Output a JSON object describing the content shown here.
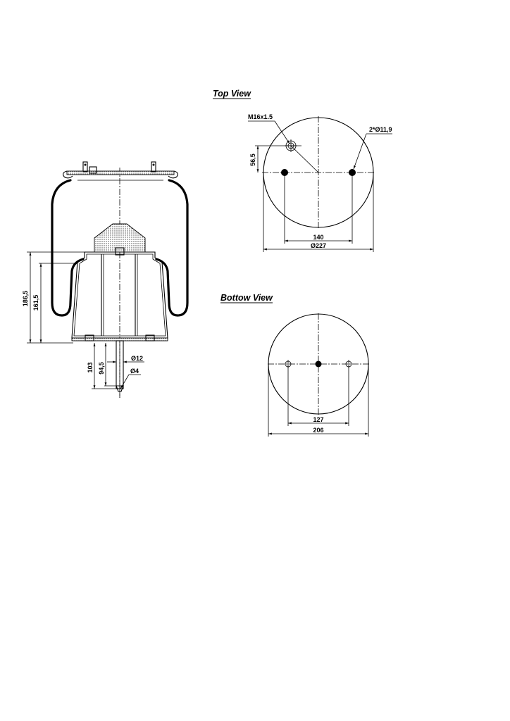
{
  "drawing": {
    "top_view": {
      "title": "Top View",
      "thread_label": "M16x1.5",
      "holes_label": "2*Ø11,9",
      "offset_dim": "56,5",
      "hole_spacing_dim": "140",
      "diameter_dim": "Ø227"
    },
    "bottom_view": {
      "title": "Bottow View",
      "hole_spacing_dim": "127",
      "diameter_dim": "206"
    },
    "side_view": {
      "overall_height_dim": "186,5",
      "inner_height_dim": "161,5",
      "stud_length_dim": "103",
      "stud_inner_length_dim": "94,5",
      "stud_diameter_dim": "Ø12",
      "stud_hole_dim": "Ø4"
    }
  },
  "colors": {
    "line": "#000000",
    "background": "#ffffff"
  }
}
